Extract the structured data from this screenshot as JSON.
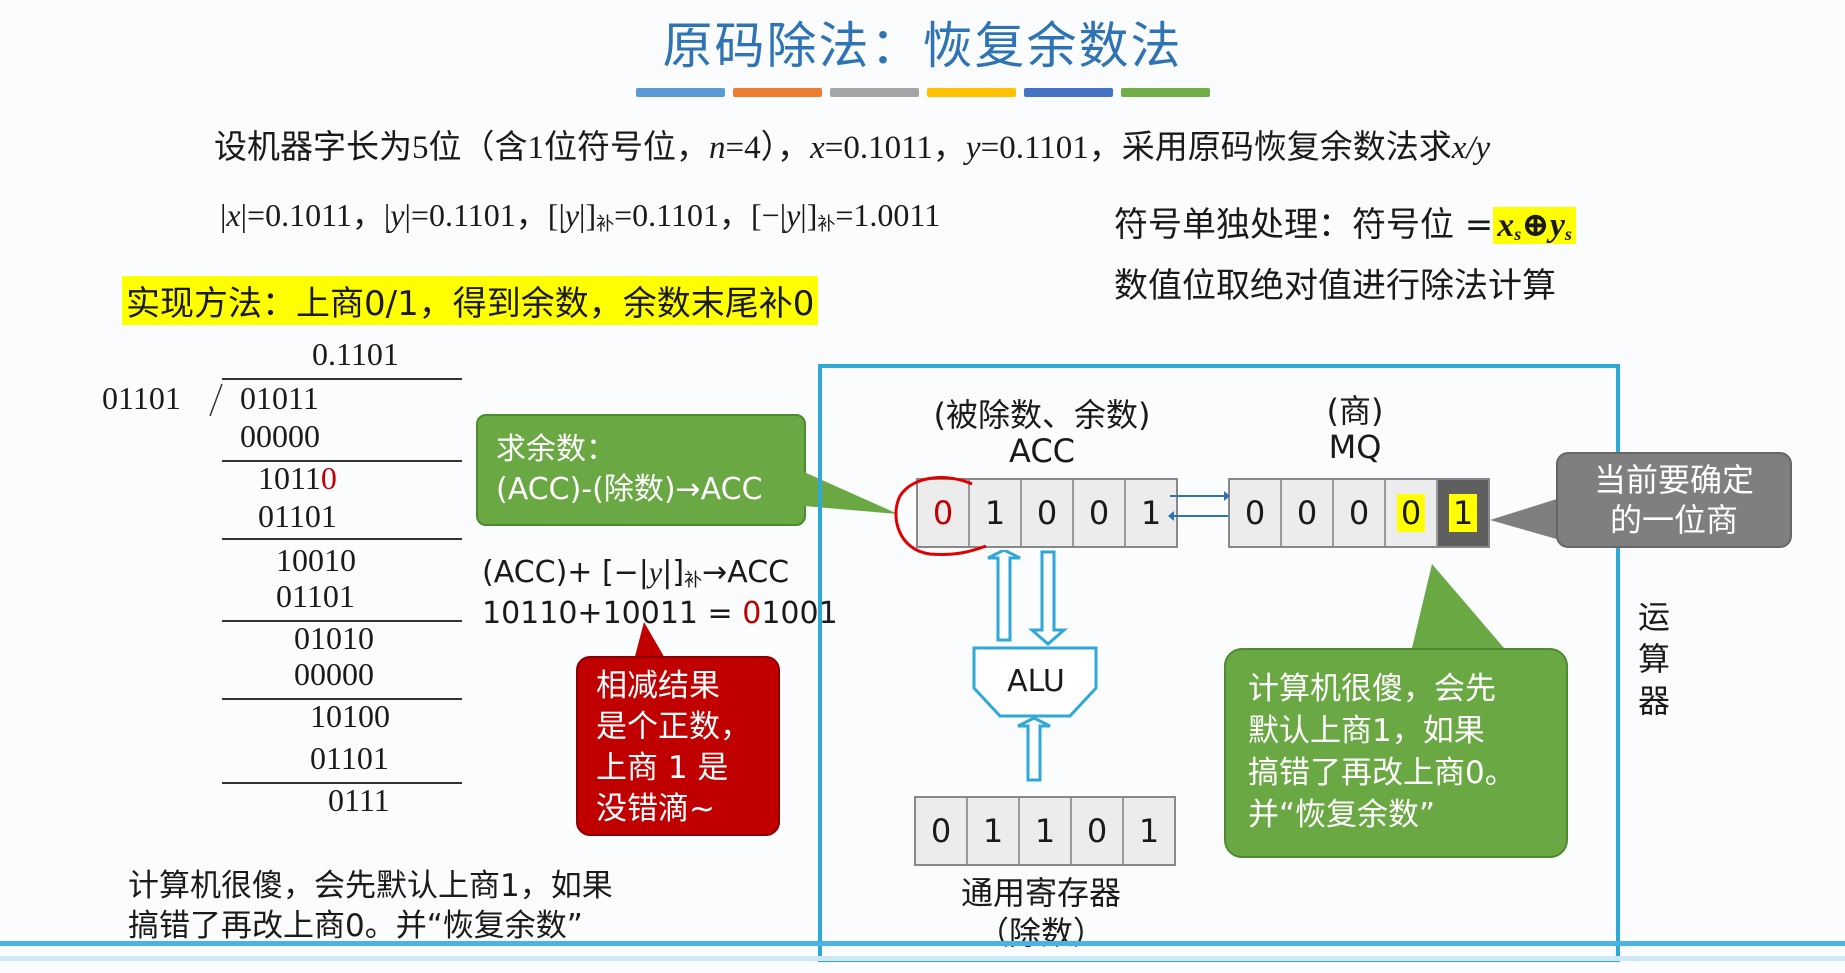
{
  "title": "原码除法：恢复余数法",
  "colors": {
    "title": "#2e74b5",
    "strip": [
      "#5b9bd5",
      "#ed7d31",
      "#a5a5a5",
      "#ffc000",
      "#4472c4",
      "#70ad47"
    ],
    "highlight": "#ffff00",
    "box_border": "#2fa8d6",
    "callout_green": "#6aa843",
    "callout_red": "#c00000",
    "callout_grey": "#7f7f7f"
  },
  "problem": {
    "p1": "设机器字长为5位（含1位符号位，",
    "n": "n",
    "p2": "=4），",
    "x": "x",
    "p3": "=0.1011，",
    "y": "y",
    "p4": "=0.1101，采用原码恢复余数法求",
    "xy": "x/y"
  },
  "values": {
    "absx_a": "|",
    "absx_b": "x",
    "absx_c": "|=0.1011，",
    "absy_a": "|",
    "absy_b": "y",
    "absy_c": "|=0.1101，",
    "comp_a": "[|",
    "comp_b": "y",
    "comp_c": "|]",
    "comp_sub": "补",
    "comp_d": "=0.1101，",
    "ncomp_a": "[−|",
    "ncomp_b": "y",
    "ncomp_c": "|]",
    "ncomp_sub": "补",
    "ncomp_d": "=1.0011"
  },
  "notes": {
    "sign_prefix": "符号单独处理：符号位 =",
    "sign_x": "x",
    "sign_x_sub": "s",
    "sign_op": "⊕",
    "sign_y": "y",
    "sign_y_sub": "s",
    "abs_rule": "数值位取绝对值进行除法计算"
  },
  "method": "实现方法：上商0/1，得到余数，余数末尾补0",
  "division": {
    "quotient": "0.1101",
    "divisor": "01101",
    "dividend": "01011",
    "r1": "00000",
    "r2a": "1011",
    "r2b": "0",
    "r3": "01101",
    "r4": "10010",
    "r5": "01101",
    "r6": "01010",
    "r7": "00000",
    "r8": "10100",
    "r9": "01101",
    "r10": "0111"
  },
  "left_note": {
    "line1": "计算机很傻，会先默认上商1，如果",
    "line2": "搞错了再改上商0。并“恢复余数”"
  },
  "calc": {
    "c1a": "(ACC)+ [−|",
    "c1b": "y",
    "c1c": "|]",
    "c1sub": "补",
    "c1d": "→ACC",
    "c2a": "10110+10011 = ",
    "c2b": "0",
    "c2c": "1001"
  },
  "callouts": {
    "remainder": {
      "line1": "求余数：",
      "line2": "(ACC)-(除数)→ACC"
    },
    "positive": {
      "l1": "相减结果",
      "l2": "是个正数，",
      "l3": "上商 1 是",
      "l4": "没错滴~"
    },
    "current": {
      "l1": "当前要确定",
      "l2": "的一位商"
    },
    "naive": {
      "l1": "计算机很傻，会先",
      "l2": "默认上商1，如果",
      "l3": "搞错了再改上商0。",
      "l4": "并“恢复余数”"
    }
  },
  "acc": {
    "label_top": "(被除数、余数)",
    "label": "ACC",
    "cells": [
      "0",
      "1",
      "0",
      "0",
      "1"
    ]
  },
  "mq": {
    "label_top": "(商)",
    "label": "MQ",
    "cells": [
      "0",
      "0",
      "0",
      "0",
      "1"
    ]
  },
  "alu": {
    "label": "ALU"
  },
  "gpr": {
    "cells": [
      "0",
      "1",
      "1",
      "0",
      "1"
    ],
    "label": "通用寄存器",
    "sub": "（除数）"
  },
  "side_label": [
    "运",
    "算",
    "器"
  ]
}
